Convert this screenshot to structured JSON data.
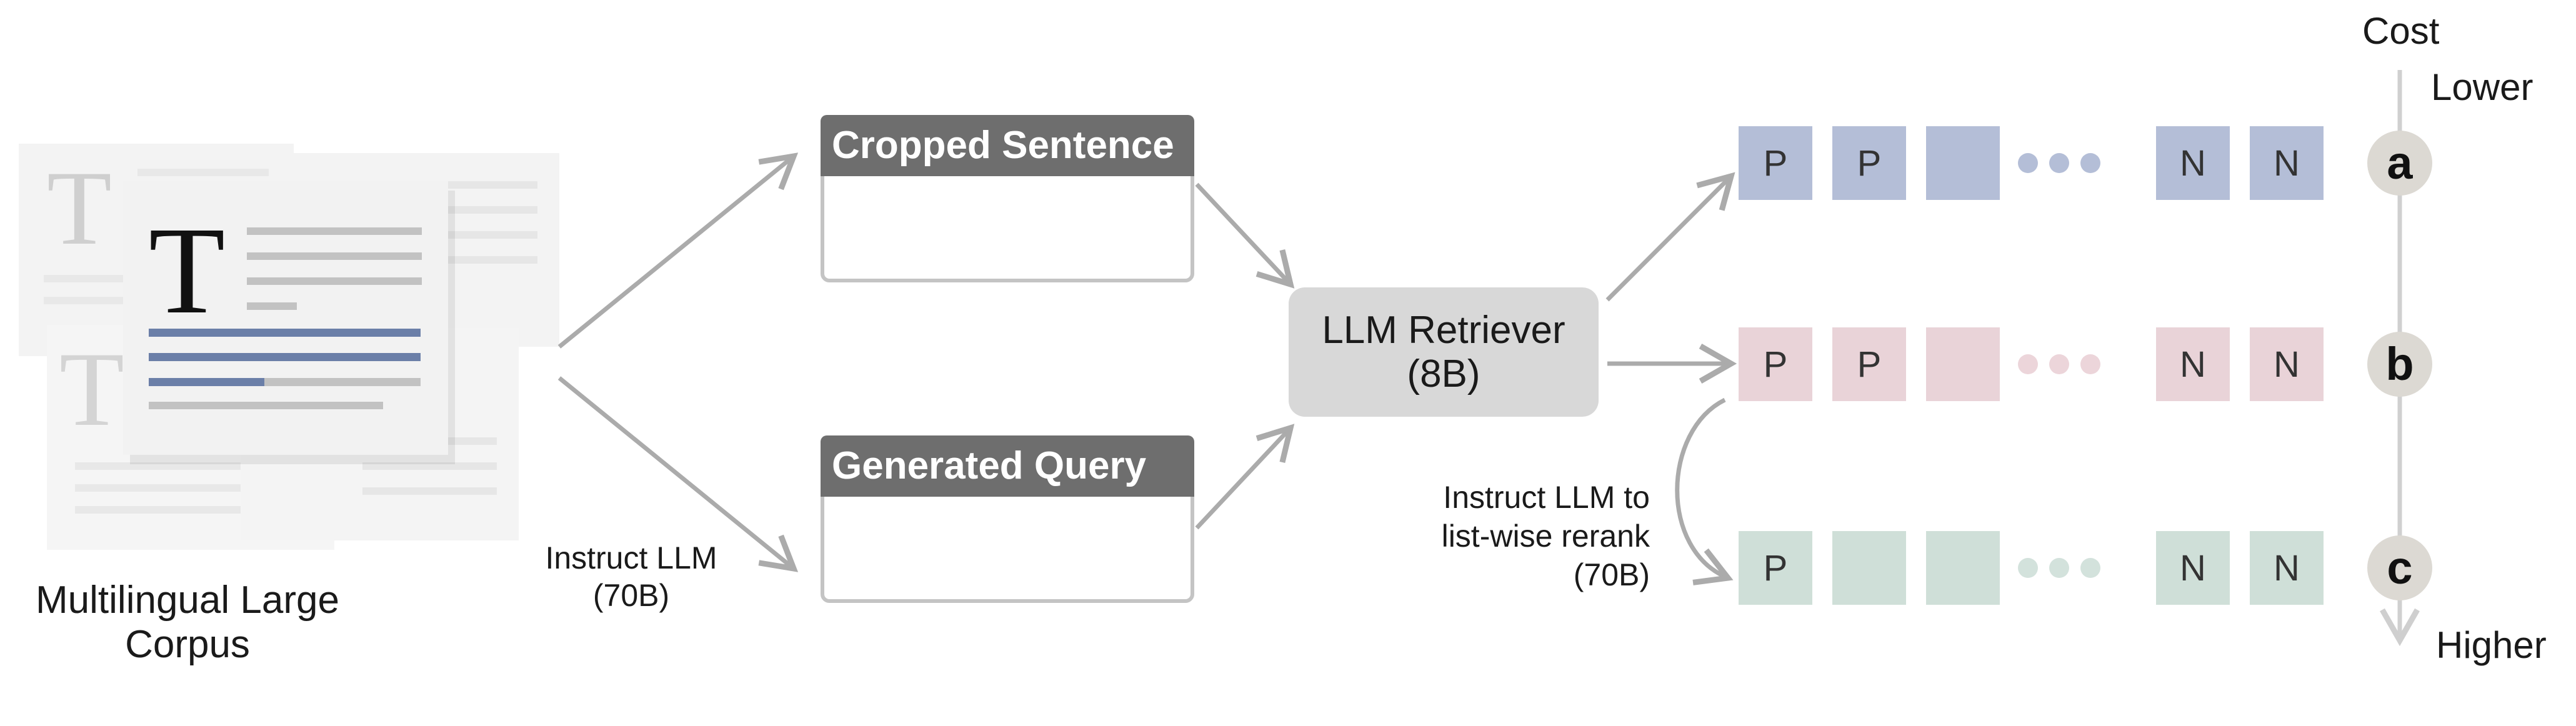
{
  "corpus": {
    "label": "Multilingual Large Corpus",
    "glyph": "T"
  },
  "instruct_llm": {
    "line1": "Instruct LLM",
    "line2": "(70B)"
  },
  "query_boxes": [
    {
      "title": "Cropped Sentence",
      "icon": "magnifier-icon",
      "line_color": "#6b7fa8"
    },
    {
      "title": "Generated Query",
      "icon": "magnifier-icon",
      "line_color": "#d0a6b0"
    }
  ],
  "retriever": {
    "line1": "LLM Retriever",
    "line2": "(8B)"
  },
  "rerank": {
    "line1": "Instruct LLM to",
    "line2": "list-wise rerank",
    "line3": "(70B)"
  },
  "rows": [
    {
      "letter": "a",
      "cells": [
        "P",
        "P",
        "",
        "N",
        "N"
      ],
      "cell_color": "#b4bed7",
      "dot_color": "#b4bed7"
    },
    {
      "letter": "b",
      "cells": [
        "P",
        "P",
        "",
        "N",
        "N"
      ],
      "cell_color": "#e9d3d8",
      "dot_color": "#ecd5da"
    },
    {
      "letter": "c",
      "cells": [
        "P",
        "",
        "",
        "N",
        "N"
      ],
      "cell_color": "#cfdfd8",
      "dot_color": "#d3e2dc"
    }
  ],
  "cost": {
    "title": "Cost",
    "lower": "Lower",
    "higher": "Higher"
  }
}
